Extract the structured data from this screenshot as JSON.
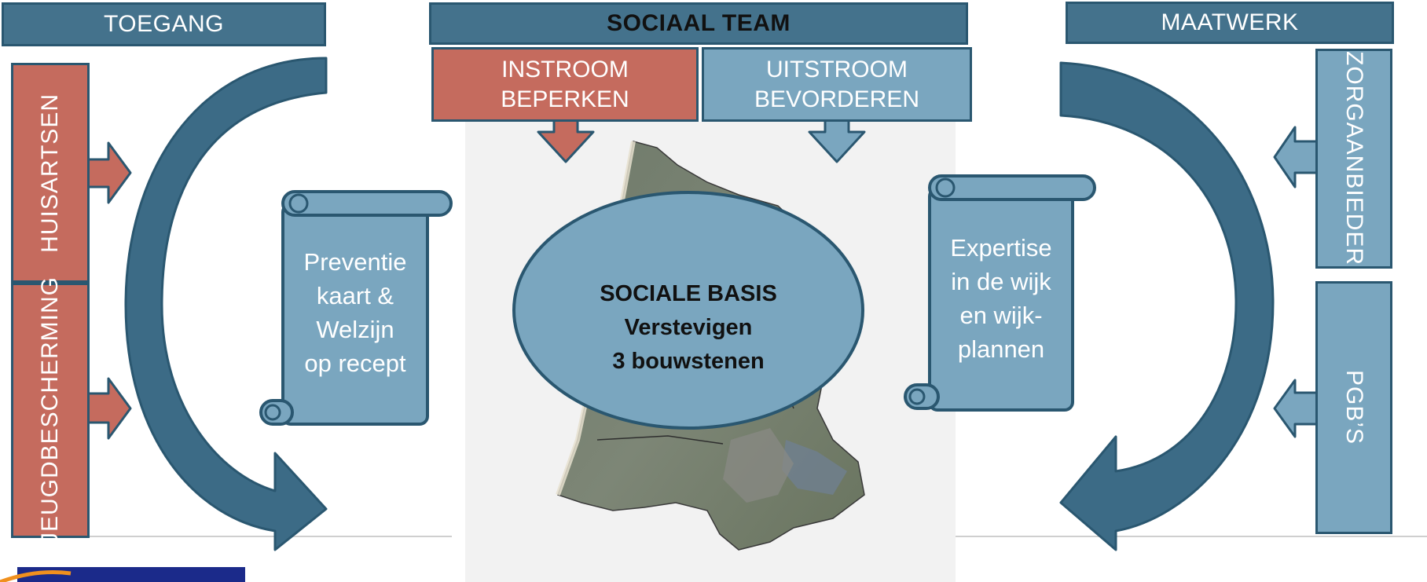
{
  "headers": {
    "toegang": "TOEGANG",
    "sociaal_team": "SOCIAAL TEAM",
    "maatwerk": "MAATWERK"
  },
  "sociaal_team": {
    "instroom": "INSTROOM\nBEPERKEN",
    "uitstroom": "UITSTROOM\nBEVORDEREN"
  },
  "toegang_items": [
    "HUISARTSEN",
    "JEUGDBESCHERMING"
  ],
  "maatwerk_items": [
    "ZORGAANBIEDER",
    "PGB’S"
  ],
  "left_scroll": "Preventie\nkaart &\nWelzijn\nop recept",
  "right_scroll": "Expertise\nin de wijk\nen wijk-\nplannen",
  "center": {
    "line1": "SOCIALE BASIS",
    "line2": "Verstevigen",
    "line3": "3 bouwstenen"
  },
  "colors": {
    "dark_teal": "#44728c",
    "light_teal": "#7aa6bf",
    "terracotta": "#c56b5e",
    "curve_arrow": "#3c6b86",
    "logo_navy": "#1b2a8a",
    "logo_orange": "#f0901e"
  }
}
